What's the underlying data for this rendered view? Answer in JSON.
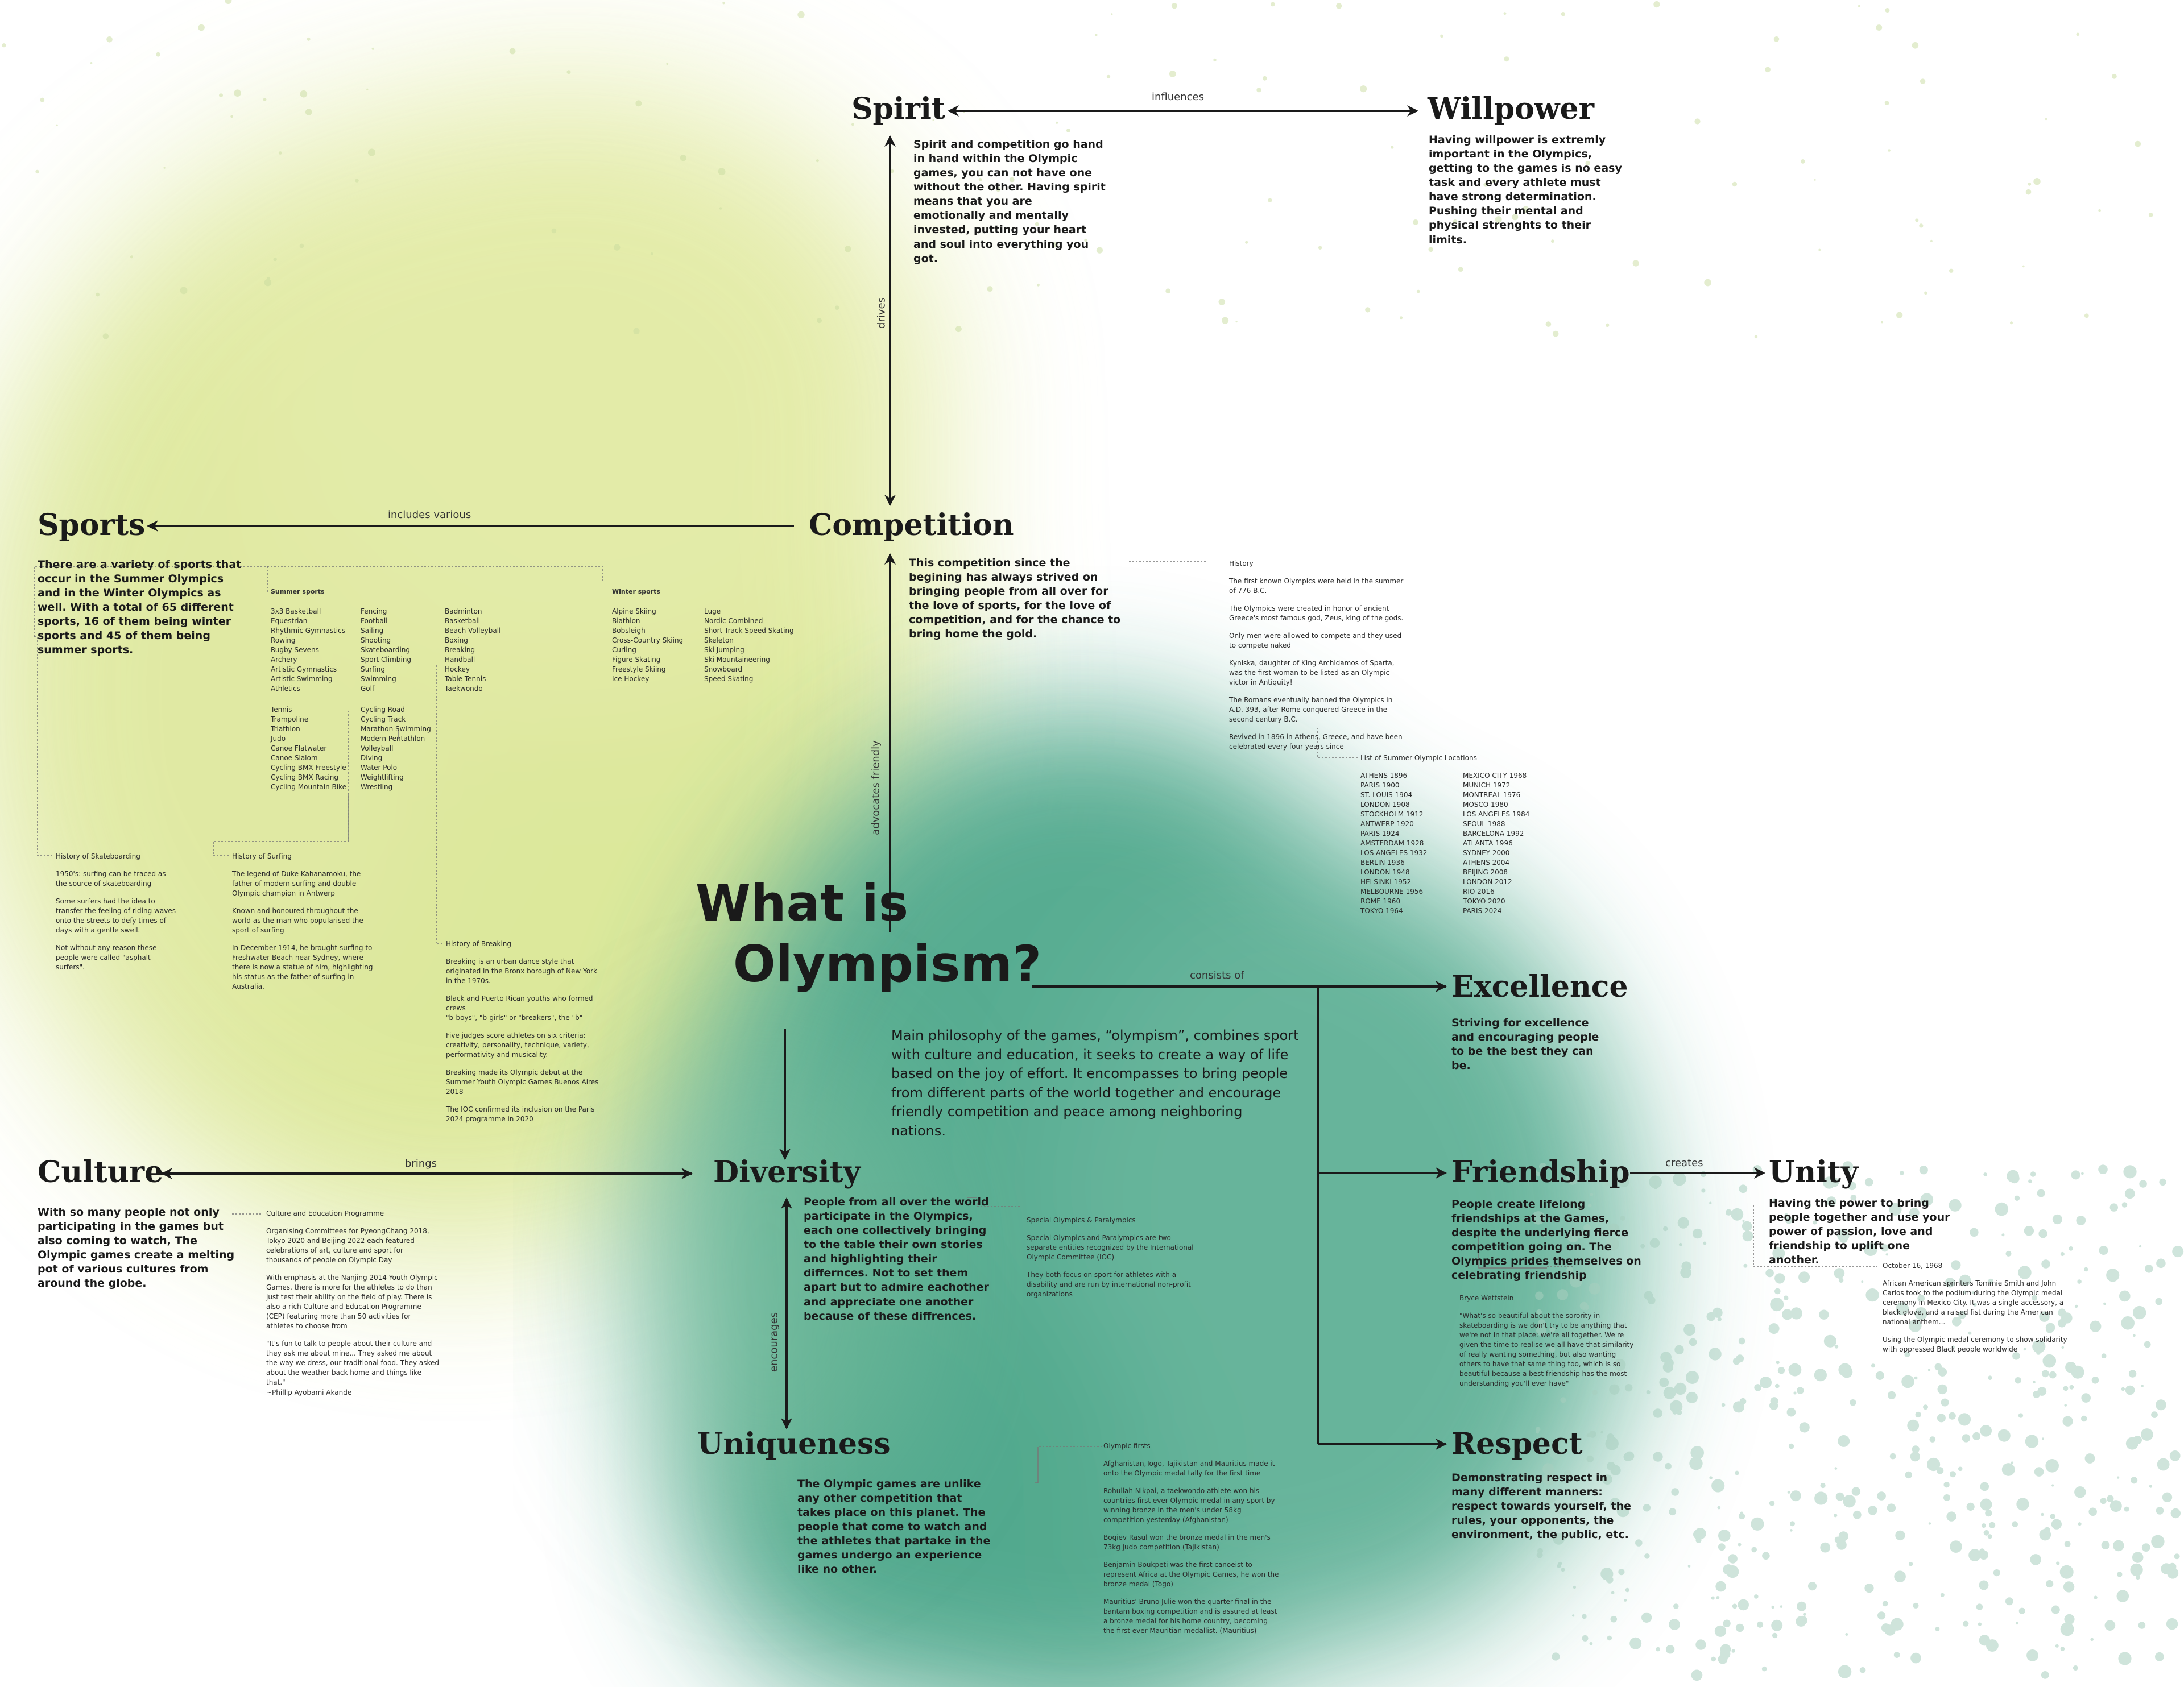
{
  "title": {
    "line1": "What is",
    "line2": "Olympism?"
  },
  "main_description": "Main philosophy of the games, “olympism”, combines sport with culture and education, it seeks to create a way of life based on the joy of effort. It encompasses to bring people from different parts of the world together and encourage friendly competition and peace among neighboring nations.",
  "nodes": {
    "spirit": {
      "title": "Spirit",
      "desc": "Spirit and competition go hand in hand within the Olympic games, you can not have one without the other. Having spirit means that you are emotionally and mentally invested, putting your heart and soul into everything you got."
    },
    "willpower": {
      "title": "Willpower",
      "desc": "Having willpower is extremly important in the Olympics, getting to the games is no easy task and every athlete must have strong determination. Pushing their mental and physical strenghts to their limits."
    },
    "sports": {
      "title": "Sports",
      "desc": "There are a variety of sports that occur in the Summer Olympics and in the Winter Olympics as well. With a total of 65 different sports, 16 of them being winter sports and 45 of them being summer sports."
    },
    "competition": {
      "title": "Competition",
      "desc": "This competition since the begining has always strived on bringing people from all over for the love of sports, for the love of competition, and for the chance to bring home the gold."
    },
    "excellence": {
      "title": "Excellence",
      "desc": "Striving for excellence and encouraging people to be the best they can be."
    },
    "culture": {
      "title": "Culture",
      "desc": "With so many people not only participating in the games but also coming to watch, The Olympic games create a melting pot of various cultures from around the globe."
    },
    "diversity": {
      "title": "Diversity",
      "desc": "People from all over the world participate in the Olympics, each one collectively bringing to the table their own stories and highlighting their differnces. Not to set them apart but to admire eachother and appreciate one another because of these diffrences."
    },
    "friendship": {
      "title": "Friendship",
      "desc": "People create lifelong friendships at the Games, despite the underlying fierce competition going on. The Olympics prides themselves on celebrating friendship"
    },
    "unity": {
      "title": "Unity",
      "desc": "Having the power to bring people together and use your power of passion, love and friendship to uplift one another."
    },
    "uniqueness": {
      "title": "Uniqueness",
      "desc": "The Olympic games are unlike any other competition that takes place on this planet. The people that come to watch and the athletes that partake in the games undergo an experience like no other."
    },
    "respect": {
      "title": "Respect",
      "desc": "Demonstrating respect in many different manners: respect towards yourself, the rules, your opponents, the environment, the public, etc."
    }
  },
  "edges": {
    "influences": "influences",
    "drives": "drives",
    "includes_various": "includes various",
    "advocates_friendly": "advocates friendly",
    "consists_of": "consists of",
    "brings": "brings",
    "creates": "creates",
    "encourages": "encourages"
  },
  "sports_lists": {
    "summer_label": "Summer sports",
    "winter_label": "Winter sports",
    "summer_col1": [
      "3x3 Basketball",
      "Equestrian",
      "Rhythmic Gymnastics",
      "Rowing",
      "Rugby Sevens",
      "Archery",
      "Artistic Gymnastics",
      "Artistic Swimming",
      "Athletics"
    ],
    "summer_col2": [
      "Fencing",
      "Football",
      "Sailing",
      "Shooting",
      "Skateboarding",
      "Sport Climbing",
      "Surfing",
      "Swimming",
      "Golf"
    ],
    "summer_col3": [
      "Badminton",
      "Basketball",
      "Beach Volleyball",
      "Boxing",
      "Breaking",
      "Handball",
      "Hockey",
      "Table Tennis",
      "Taekwondo"
    ],
    "summer_col4": [
      "Tennis",
      "Trampoline",
      "Triathlon",
      "Judo",
      "Canoe Flatwater",
      "Canoe Slalom",
      "Cycling BMX Freestyle",
      "Cycling BMX Racing",
      "Cycling Mountain Bike"
    ],
    "summer_col5": [
      "Cycling Road",
      "Cycling Track",
      "Marathon Swimming",
      "Modern Pentathlon",
      "Volleyball",
      "Diving",
      "Water Polo",
      "Weightlifting",
      "Wrestling"
    ],
    "winter_col1": [
      "Alpine Skiing",
      "Biathlon",
      "Bobsleigh",
      "Cross-Country Skiing",
      "Curling",
      "Figure Skating",
      "Freestyle Skiing",
      "Ice Hockey"
    ],
    "winter_col2": [
      "Luge",
      "Nordic Combined",
      "Short Track Speed Skating",
      "Skeleton",
      "Ski Jumping",
      "Ski Mountaineering",
      "Snowboard",
      "Speed Skating"
    ]
  },
  "notes": {
    "skateboarding": {
      "heading": "History of Skateboarding",
      "paras": [
        "1950's: surfing can be traced as the source of skateboarding",
        "Some surfers had the idea to transfer the feeling of riding waves onto the streets to defy times of days with a gentle swell.",
        "Not without any reason these people were called \"asphalt surfers\"."
      ]
    },
    "surfing": {
      "heading": "History of Surfing",
      "paras": [
        "The legend of Duke Kahanamoku, the father of modern surfing and double Olympic champion in Antwerp",
        "Known and honoured throughout the world as the man who popularised the sport of surfing",
        "In December 1914, he brought surfing to Freshwater Beach near Sydney, where there is now a statue of him, highlighting his status as the father of surfing in Australia."
      ]
    },
    "breaking": {
      "heading": "History of Breaking",
      "paras": [
        "Breaking is an urban dance style that originated in the Bronx borough of New York in the 1970s.",
        "Black and Puerto Rican youths who formed crews\n\"b-boys\", \"b-girls\" or \"breakers\", the \"b\"",
        "Five judges score athletes on six criteria: creativity, personality, technique, variety, performativity and musicality.",
        "Breaking made its Olympic debut at the Summer Youth Olympic Games Buenos Aires 2018",
        "The IOC confirmed its inclusion on the Paris 2024 programme in 2020"
      ]
    },
    "history": {
      "heading": "History",
      "paras": [
        "The first known Olympics were held in the summer of 776 B.C.",
        "The Olympics were created in honor of ancient Greece's most famous god, Zeus, king of the gods.",
        "Only men were allowed to compete and they used to compete naked",
        "Kyniska, daughter of King Archidamos of Sparta, was the first woman to be listed as an Olympic victor in Antiquity!",
        "The Romans eventually banned the Olympics in A.D. 393, after Rome conquered Greece in the second century B.C.",
        "Revived in 1896 in Athens, Greece, and have been celebrated every four years since"
      ]
    },
    "locations": {
      "heading": "List of Summer Olympic Locations",
      "col1": [
        "ATHENS 1896",
        "PARIS 1900",
        "ST. LOUIS 1904",
        "LONDON 1908",
        "STOCKHOLM 1912",
        "ANTWERP 1920",
        "PARIS 1924",
        "AMSTERDAM 1928",
        "LOS ANGELES 1932",
        "BERLIN 1936",
        "LONDON 1948",
        "HELSINKI 1952",
        "MELBOURNE 1956",
        "ROME 1960",
        "TOKYO 1964"
      ],
      "col2": [
        "MEXICO CITY 1968",
        "MUNICH 1972",
        "MONTREAL 1976",
        "MOSCO 1980",
        "LOS ANGELES 1984",
        "SEOUL 1988",
        "BARCELONA 1992",
        "ATLANTA 1996",
        "SYDNEY 2000",
        "ATHENS 2004",
        "BEIJING 2008",
        "LONDON 2012",
        "RIO 2016",
        "TOKYO 2020",
        "PARIS 2024"
      ]
    },
    "culture_prog": {
      "heading": "Culture and Education Programme",
      "paras": [
        "Organising Committees for PyeongChang 2018, Tokyo 2020 and Beijing 2022 each featured celebrations of art, culture and sport for thousands of people on Olympic Day",
        "With emphasis at the Nanjing 2014 Youth Olympic Games, there is more for the athletes to do than just test their ability on the field of play. There is also a rich Culture and Education Programme (CEP) featuring more than 50 activities for athletes to choose from",
        "\"It's fun to talk to people about their culture and they ask me about mine... They asked me about the way we dress, our traditional food. They asked about the weather back home and things like that.\"\n~Phillip Ayobami Akande"
      ]
    },
    "special": {
      "heading": "Special Olympics & Paralympics",
      "paras": [
        "Special Olympics and Paralympics are two separate entities recognized by the International Olympic Committee (IOC)",
        "They both focus on sport for athletes with a disability and are run by international non-profit organizations"
      ]
    },
    "wettstein": {
      "heading": "Bryce Wettstein",
      "paras": [
        "\"What's so beautiful about the sorority in skateboarding is we don't try to be anything that we're not in that place: we're all together. We're given the time to realise we all have that similarity of really wanting something, but also wanting others to have that same thing too, which is so beautiful because a best friendship has the most understanding you'll ever have\""
      ]
    },
    "firsts": {
      "heading": "Olympic firsts",
      "paras": [
        "Afghanistan,Togo, Tajikistan and Mauritius made it onto the Olympic medal tally for the first time",
        "Rohullah Nikpai, a taekwondo athlete won his countries first ever Olympic medal in any sport by winning bronze in the men's under 58kg competition yesterday (Afghanistan)",
        "Boqiev Rasul won the bronze medal in the men's 73kg judo competition (Tajikistan)",
        "Benjamin Boukpeti was the first canoeist to represent Africa at the Olympic Games, he won the bronze medal (Togo)",
        "Mauritius' Bruno Julie won the quarter-final in the bantam boxing competition and is assured at least a bronze medal for his home country, becoming the first ever Mauritian medallist. (Mauritius)"
      ]
    },
    "unity_note": {
      "heading": "October 16, 1968",
      "paras": [
        "African American sprinters Tommie Smith and John Carlos took to the podium during the Olympic medal ceremony in Mexico City. It was a single accessory, a black glove, and a raised fist during the American national anthem...",
        "Using the Olympic medal ceremony to show solidarity with oppressed Black people worldwide"
      ]
    }
  },
  "colors": {
    "lime": "#d7e48a",
    "teal": "#3e9c84",
    "ink": "#1a1a1a"
  }
}
